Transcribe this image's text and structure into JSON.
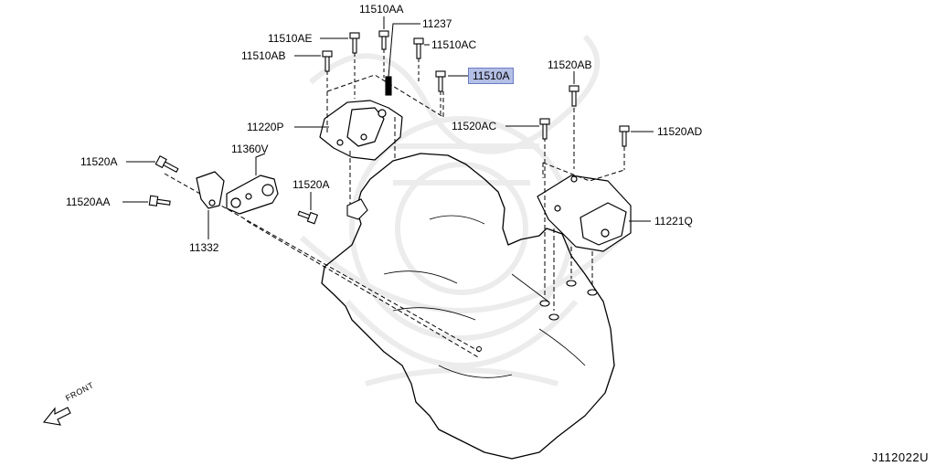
{
  "labels": {
    "l_11510AA": "11510AA",
    "l_11237": "11237",
    "l_11510AE": "11510AE",
    "l_11510AC": "11510AC",
    "l_11510AB": "11510AB",
    "l_11510A": "11510A",
    "l_11520AB": "11520AB",
    "l_11220P": "11220P",
    "l_11520AC": "11520AC",
    "l_11520AD": "11520AD",
    "l_11360V": "11360V",
    "l_11520A_left": "11520A",
    "l_11520A_mid": "11520A",
    "l_11520AA": "11520AA",
    "l_11332": "11332",
    "l_11221Q": "11221Q"
  },
  "highlighted_part": "11510A",
  "highlight_color": "#b4bfe6",
  "front_indicator": "FRONT",
  "diagram_code": "J112022U"
}
